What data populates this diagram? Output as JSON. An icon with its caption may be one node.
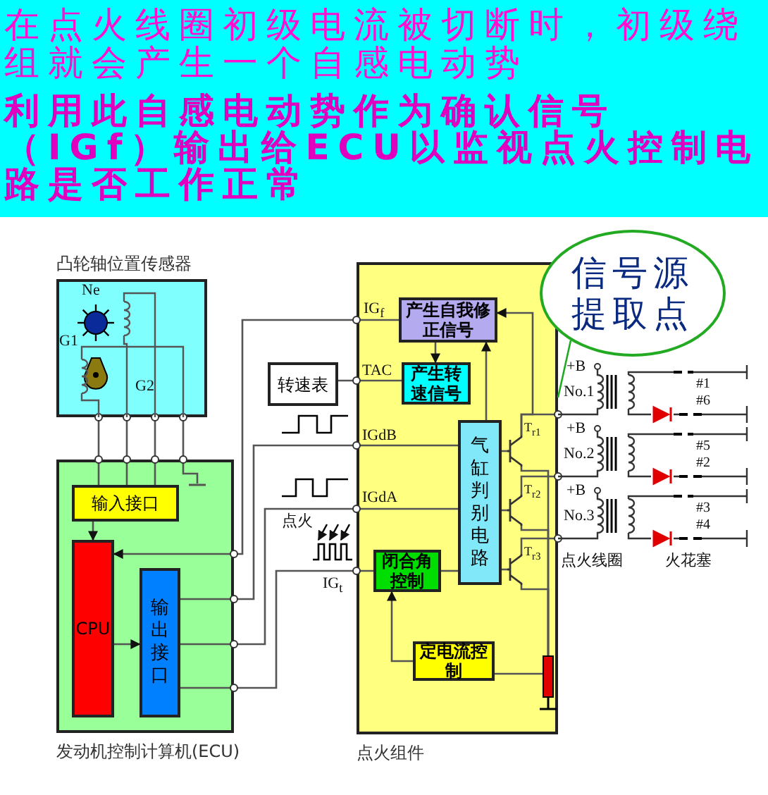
{
  "diagram": {
    "nodes": [
      {
        "text": [
          "凸轮轴位置传感器"
        ]
      },
      {
        "text": [
          "发动机控制计算机(ECU)"
        ]
      },
      {
        "text": [
          "输入接口"
        ],
        "in": 1
      },
      {
        "text": [
          "CPU"
        ],
        "in": 1
      },
      {
        "text": [
          "输出接口"
        ],
        "in": 1
      },
      {
        "text": [
          "转速表"
        ]
      },
      {
        "text": [
          "点火组件"
        ]
      },
      {
        "text": [
          "产生自我修正信号"
        ],
        "in": 6
      },
      {
        "text": [
          "产生转速信号"
        ],
        "in": 6
      },
      {
        "text": [
          "气缸判别电路"
        ],
        "in": 6
      },
      {
        "text": [
          "闭合角控制"
        ],
        "in": 6
      },
      {
        "text": [
          "定电流控制"
        ],
        "in": 6
      },
      {
        "text": [
          "信号源提取点"
        ]
      },
      {
        "text": [],
        "shape": "transistor",
        "beside": [
          "T$_{r1}$"
        ],
        "in": 6
      },
      {
        "text": [],
        "shape": "transistor",
        "beside": [
          "T$_{r2}$"
        ],
        "in": 6
      },
      {
        "text": [],
        "shape": "transistor",
        "beside": [
          "T$_{r3}$"
        ],
        "in": 6
      },
      {
        "text": [],
        "shape": "resistor",
        "in": 6
      }
    ],
    "edges": [
      {
        "from": 0,
        "to": 2,
        "arrow": "none"
      },
      {
        "from": 0,
        "to": 2,
        "arrow": "none"
      },
      {
        "from": 0,
        "to": 2,
        "arrow": "none"
      },
      {
        "from": 0,
        "to": null,
        "arrow": "none"
      },
      {
        "from": 2,
        "to": 3,
        "arrow": "to"
      },
      {
        "from": 3,
        "to": 4,
        "arrow": "to"
      },
      {
        "from": 7,
        "to": 3,
        "arrow": "to"
      },
      {
        "from": 8,
        "to": 5,
        "arrow": "none"
      },
      {
        "from": 4,
        "to": 9,
        "arrow": "none"
      },
      {
        "from": 4,
        "to": 9,
        "arrow": "none"
      },
      {
        "from": 4,
        "to": 10,
        "arrow": "none"
      },
      {
        "from": 7,
        "to": 8,
        "arrow": "to"
      },
      {
        "from": 9,
        "to": 7,
        "arrow": "to"
      },
      {
        "from": 11,
        "to": 10,
        "arrow": "to"
      },
      {
        "from": 10,
        "to": 9,
        "arrow": "none"
      },
      {
        "from": 12,
        "to": 6,
        "arrow": "none",
        "color": "#22aa22"
      },
      {
        "from": 9,
        "to": 13,
        "arrow": "none"
      },
      {
        "from": 9,
        "to": 14,
        "arrow": "none"
      },
      {
        "from": 9,
        "to": 15,
        "arrow": "none"
      },
      {
        "from": 13,
        "to": 7,
        "arrow": "to"
      },
      {
        "from": 13,
        "to": 16,
        "arrow": "none"
      },
      {
        "from": 14,
        "to": 16,
        "arrow": "none"
      },
      {
        "from": 15,
        "to": 16,
        "arrow": "none"
      },
      {
        "from": 11,
        "to": 16,
        "arrow": "none"
      },
      {
        "from": 13,
        "to": 6,
        "arrow": "none"
      },
      {
        "from": 14,
        "to": 6,
        "arrow": "none"
      },
      {
        "from": 15,
        "to": 6,
        "arrow": "none"
      }
    ],
    "labels": [
      "在点火线圈初级电流被切断时，初级绕组就会产生一个自感电动势",
      "利用此自感电动势作为确认信号（IGf）输出给ECU以监视点火控制电路是否工作正常",
      "Ne",
      "G1",
      "G2",
      "IG$_{f}$",
      "TAC",
      "IGdB",
      "IGdA",
      "点火",
      "IG$_{t}$",
      "+B",
      "No.1",
      "#1",
      "#6",
      "+B",
      "No.2",
      "#5",
      "#2",
      "+B",
      "No.3",
      "#3",
      "#4",
      "点火线圈",
      "火花塞"
    ]
  }
}
